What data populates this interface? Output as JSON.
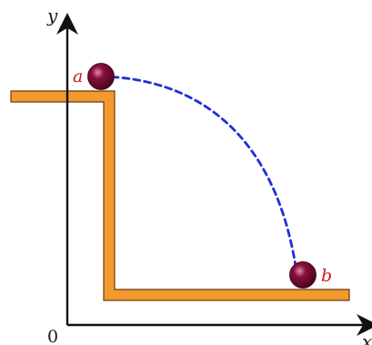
{
  "diagram": {
    "axes": {
      "y_label": "y",
      "x_label": "x",
      "origin_label": "0"
    },
    "ball_a": {
      "label": "a"
    },
    "ball_b": {
      "label": "b"
    },
    "colors": {
      "platform_fill": "#f39a2e",
      "platform_stroke": "#6b3a0a",
      "path": "#1f2fd6",
      "ball_main": "#8a0f3c",
      "ball_highlight": "#e08ab0",
      "ball_dark": "#4a0620",
      "label": "#d01818",
      "axis": "#111111"
    }
  }
}
